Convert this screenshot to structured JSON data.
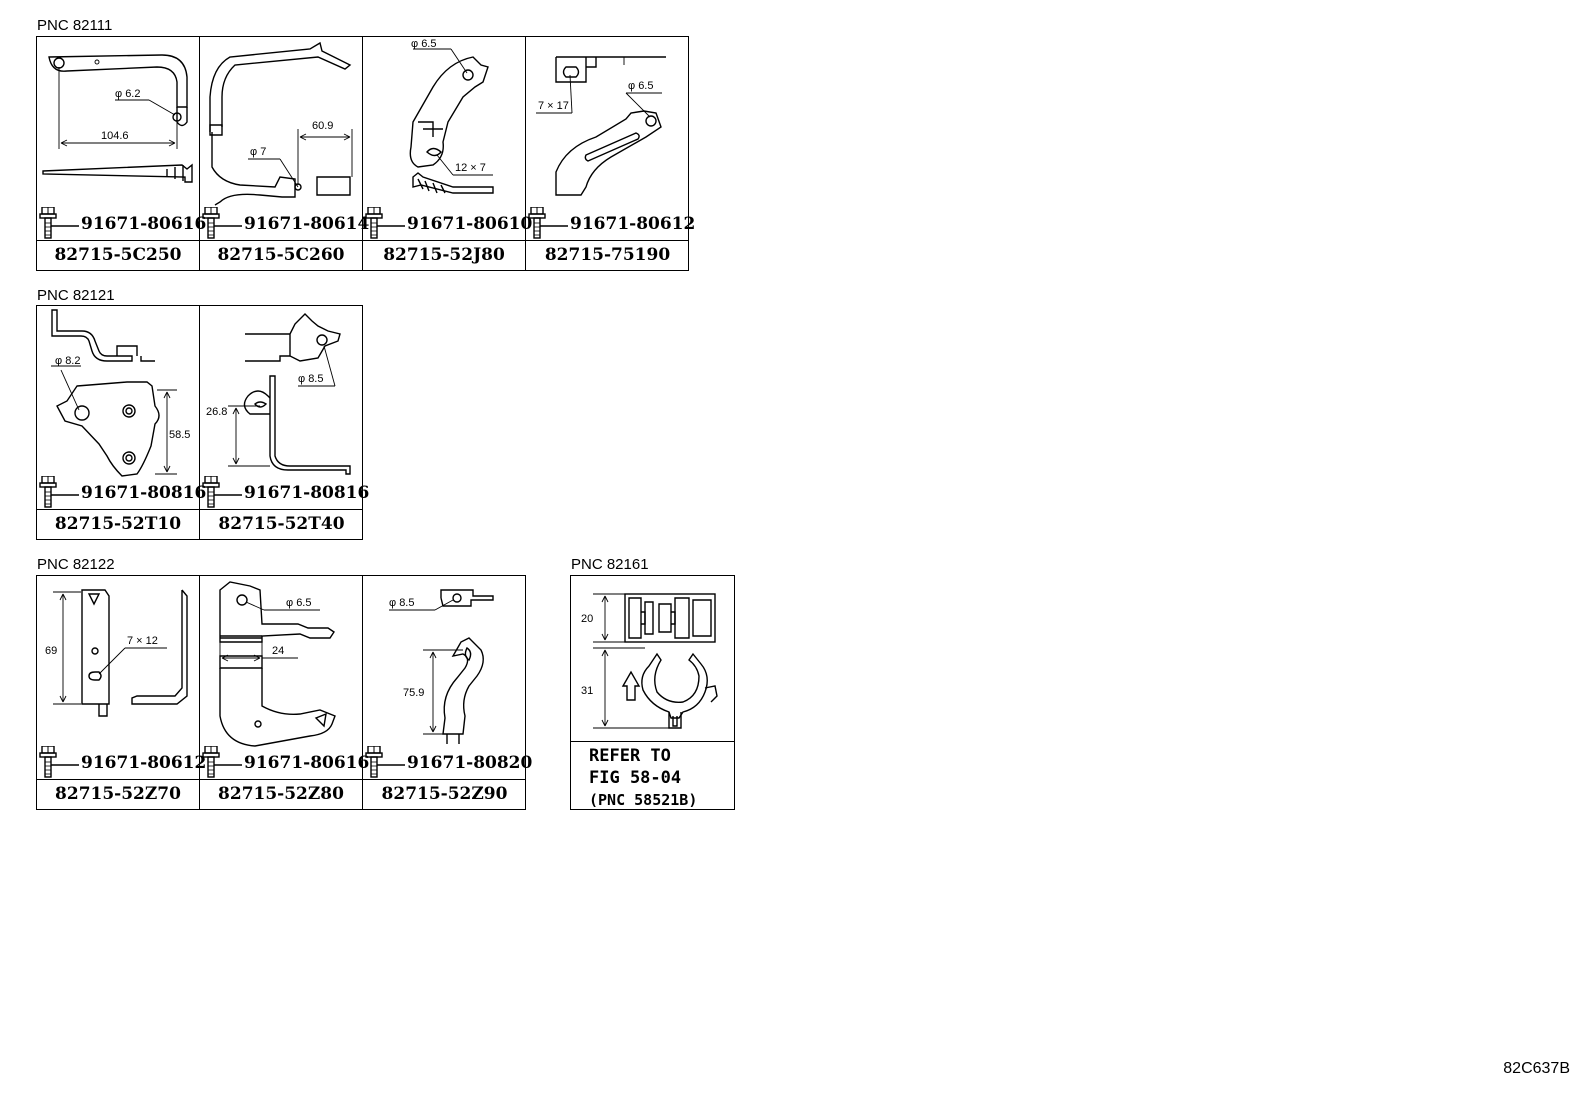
{
  "groups": [
    {
      "pnc": "PNC 82111",
      "cells": [
        {
          "bolt": "91671-80616",
          "part": "82715-5C250",
          "dims": [
            "φ 6.2",
            "104.6"
          ]
        },
        {
          "bolt": "91671-80614",
          "part": "82715-5C260",
          "dims": [
            "60.9",
            "φ 7"
          ]
        },
        {
          "bolt": "91671-80610",
          "part": "82715-52J80",
          "dims": [
            "φ 6.5",
            "12 × 7"
          ]
        },
        {
          "bolt": "91671-80612",
          "part": "82715-75190",
          "dims": [
            "7 × 17",
            "φ 6.5"
          ]
        }
      ]
    },
    {
      "pnc": "PNC 82121",
      "cells": [
        {
          "bolt": "91671-80816",
          "part": "82715-52T10",
          "dims": [
            "φ 8.2",
            "58.5"
          ]
        },
        {
          "bolt": "91671-80816",
          "part": "82715-52T40",
          "dims": [
            "φ 8.5",
            "26.8"
          ]
        }
      ]
    },
    {
      "pnc": "PNC 82122",
      "cells": [
        {
          "bolt": "91671-80612",
          "part": "82715-52Z70",
          "dims": [
            "69",
            "7 × 12"
          ]
        },
        {
          "bolt": "91671-80616",
          "part": "82715-52Z80",
          "dims": [
            "φ 6.5",
            "24"
          ]
        },
        {
          "bolt": "91671-80820",
          "part": "82715-52Z90",
          "dims": [
            "φ 8.5",
            "75.9"
          ]
        }
      ]
    },
    {
      "pnc": "PNC 82161",
      "cells": [
        {
          "dims": [
            "20",
            "31"
          ],
          "refer": [
            "REFER TO",
            "FIG 58-04",
            "(PNC 58521B)"
          ]
        }
      ]
    }
  ],
  "footer_code": "82C637B"
}
